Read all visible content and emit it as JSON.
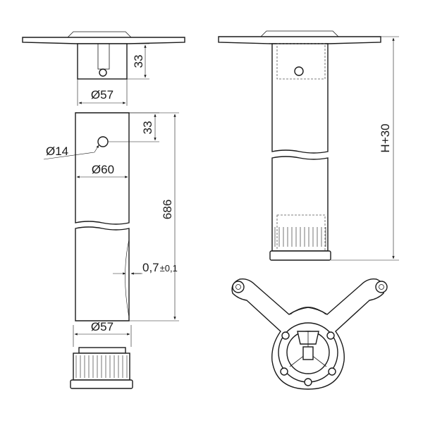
{
  "dimensions": {
    "mount_height": "33",
    "mount_diameter": "Ø57",
    "hole_offset": "33",
    "hole_diameter": "Ø14",
    "tube_diameter": "Ø60",
    "tube_length": "686",
    "wall_thickness_value": "0,7",
    "wall_thickness_tolerance": "±0,1",
    "foot_diameter": "Ø57",
    "total_height": "H+30"
  },
  "colors": {
    "line": "#1a1a1a",
    "background": "#ffffff"
  }
}
